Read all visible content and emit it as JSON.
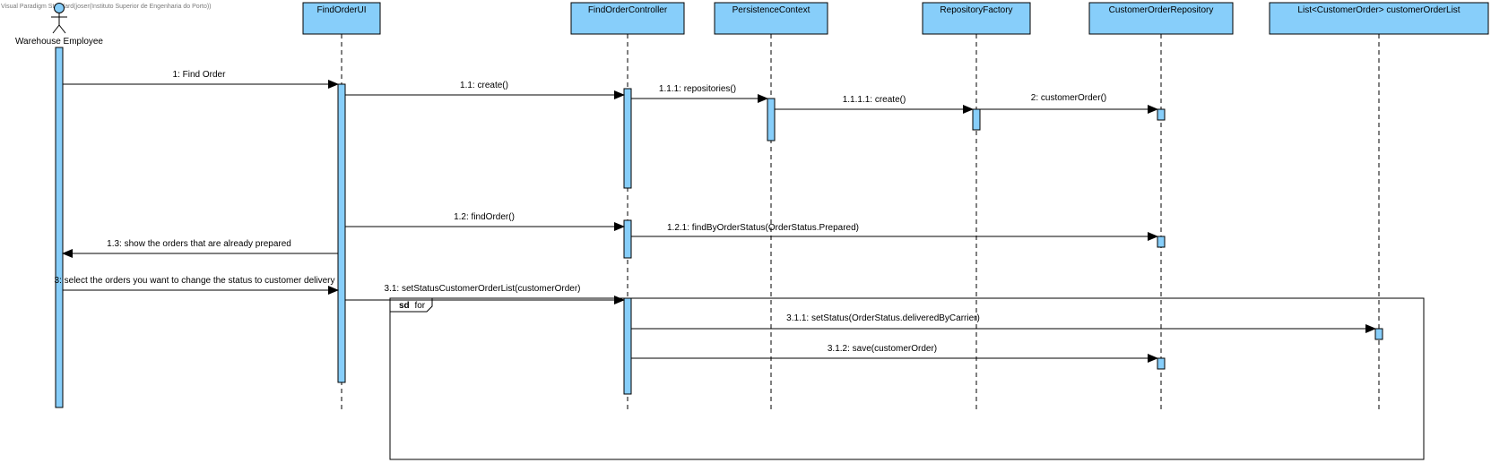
{
  "watermark": "Visual Paradigm Standard(joser(Instituto Superior de Engenharia do Porto))",
  "colors": {
    "box_fill": "#87CEFA",
    "stroke": "#000000",
    "lifeline": "#000000"
  },
  "actor": {
    "label": "Warehouse Employee",
    "icon": "stick-figure-icon"
  },
  "participants": [
    {
      "id": "ui",
      "label": "FindOrderUI"
    },
    {
      "id": "ctrl",
      "label": "FindOrderController"
    },
    {
      "id": "pc",
      "label": "PersistenceContext"
    },
    {
      "id": "rf",
      "label": "RepositoryFactory"
    },
    {
      "id": "cor",
      "label": "CustomerOrderRepository"
    },
    {
      "id": "list",
      "label": "List<CustomerOrder> customerOrderList"
    }
  ],
  "messages": [
    {
      "label": "1: Find Order",
      "from": "actor",
      "to": "ui"
    },
    {
      "label": "1.1: create()",
      "from": "ui",
      "to": "ctrl"
    },
    {
      "label": "1.1.1: repositories()",
      "from": "ctrl",
      "to": "pc"
    },
    {
      "label": "1.1.1.1: create()",
      "from": "pc",
      "to": "rf"
    },
    {
      "label": "2: customerOrder()",
      "from": "rf",
      "to": "cor"
    },
    {
      "label": "1.2: findOrder()",
      "from": "ui",
      "to": "ctrl"
    },
    {
      "label": "1.2.1: findByOrderStatus(OrderStatus.Prepared)",
      "from": "ctrl",
      "to": "cor"
    },
    {
      "label": "1.3: show the orders that are already prepared",
      "from": "ui",
      "to": "actor"
    },
    {
      "label": "3: select the orders you want to change the status to customer delivery",
      "from": "actor",
      "to": "ui"
    },
    {
      "label": "3.1: setStatusCustomerOrderList(customerOrder)",
      "from": "ui",
      "to": "ctrl"
    },
    {
      "label": "3.1.1: setStatus(OrderStatus.deliveredByCarrier)",
      "from": "ctrl",
      "to": "list"
    },
    {
      "label": "3.1.2: save(customerOrder)",
      "from": "ctrl",
      "to": "cor"
    }
  ],
  "fragment": {
    "keyword": "sd",
    "name": "for"
  }
}
